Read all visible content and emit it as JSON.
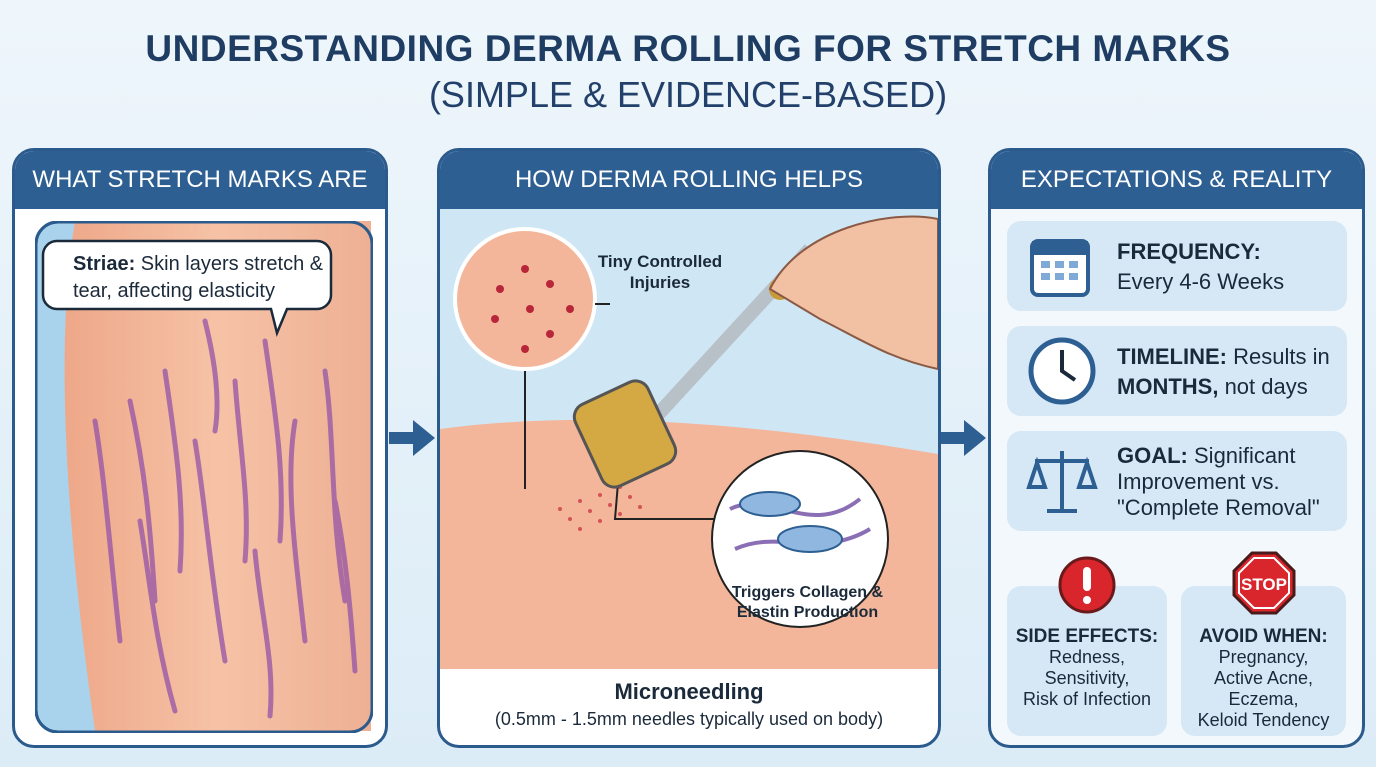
{
  "title": {
    "line1": "UNDERSTANDING DERMA ROLLING FOR STRETCH MARKS",
    "line2": "(SIMPLE & EVIDENCE-BASED)"
  },
  "left": {
    "header": "WHAT STRETCH MARKS ARE",
    "bubble_bold": "Striae:",
    "bubble_text": " Skin layers stretch & tear, affecting elasticity"
  },
  "middle": {
    "header": "HOW DERMA ROLLING HELPS",
    "label_injuries": "Tiny Controlled Injuries",
    "label_collagen": "Triggers Collagen & Elastin Production",
    "caption_title": "Microneedling",
    "caption_sub": "(0.5mm - 1.5mm needles typically used on body)"
  },
  "right": {
    "header": "EXPECTATIONS & REALITY",
    "cards": [
      {
        "icon": "calendar-icon",
        "bold": "FREQUENCY:",
        "text": "Every 4-6 Weeks"
      },
      {
        "icon": "clock-icon",
        "bold": "TIMELINE:",
        "text": " Results in",
        "bold2": "MONTHS,",
        "text2": " not days"
      },
      {
        "icon": "scale-icon",
        "bold": "GOAL:",
        "text": " Significant Improvement vs. \"Complete Removal\""
      }
    ],
    "side_effects": {
      "icon": "exclamation-icon",
      "title": "SIDE EFFECTS:",
      "items": [
        "Redness,",
        "Sensitivity,",
        "Risk of Infection"
      ]
    },
    "avoid": {
      "icon": "stop-sign-icon",
      "sign": "STOP",
      "title": "AVOID WHEN:",
      "items": [
        "Pregnancy,",
        "Active Acne,",
        "Eczema,",
        "Keloid Tendency"
      ]
    }
  },
  "colors": {
    "navy": "#2e5f93",
    "title": "#1f3d63",
    "card": "#d6e8f6",
    "skin": "#f2b79a",
    "mark": "#9a5aa6",
    "alert": "#d8262c"
  }
}
